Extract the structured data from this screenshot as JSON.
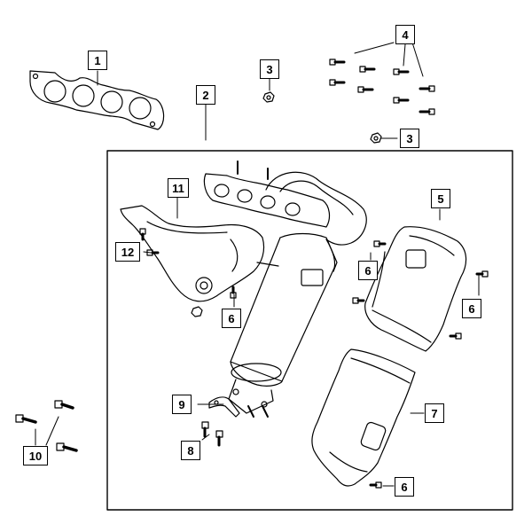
{
  "callouts": {
    "c1": "1",
    "c2": "2",
    "c3a": "3",
    "c3b": "3",
    "c4": "4",
    "c5": "5",
    "c6a": "6",
    "c6b": "6",
    "c6c": "6",
    "c6d": "6",
    "c7": "7",
    "c8": "8",
    "c9": "9",
    "c10": "10",
    "c11": "11",
    "c12": "12"
  }
}
